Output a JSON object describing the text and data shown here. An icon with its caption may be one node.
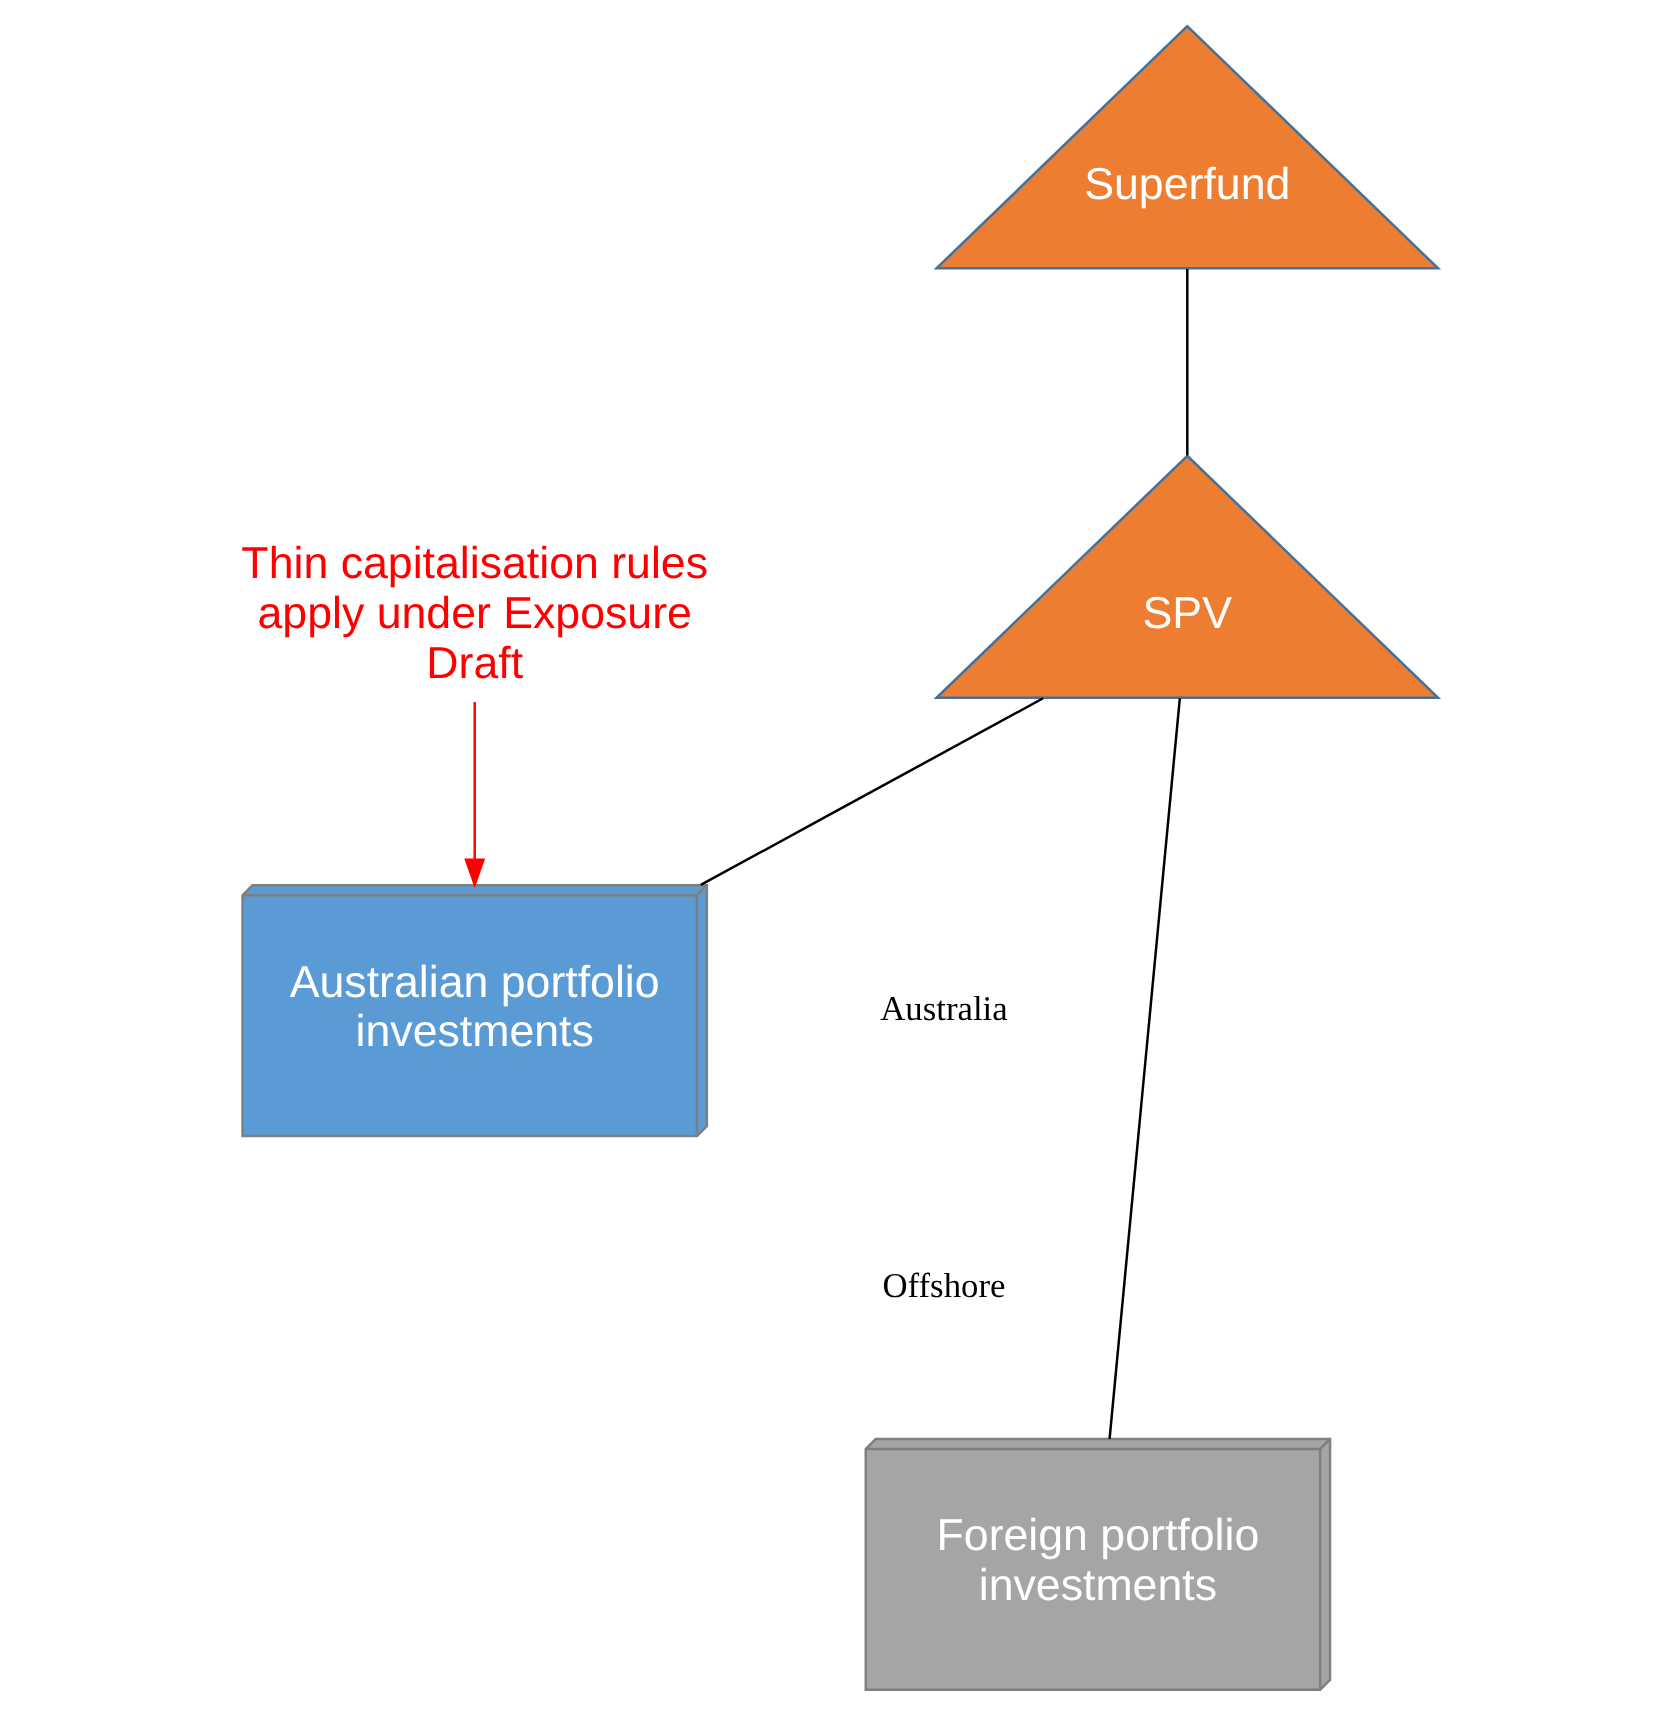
{
  "diagram": {
    "nodes": [
      {
        "text": [
          "Superfund"
        ]
      },
      {
        "text": [
          "SPV"
        ]
      },
      {
        "text": [
          "Australian portfolio investments"
        ]
      },
      {
        "text": [
          "Foreign portfolio investments"
        ]
      },
      {
        "text": [
          "Thin capitalisation rules apply under Exposure Draft"
        ]
      }
    ],
    "edges": [
      {
        "from": 0,
        "to": 1,
        "arrow": "none"
      },
      {
        "from": 1,
        "to": 2,
        "arrow": "none"
      },
      {
        "from": 1,
        "to": 3,
        "arrow": "none"
      },
      {
        "from": 4,
        "to": 2,
        "arrow": "to",
        "color": "#ff0000"
      }
    ],
    "labels": [
      "Australia",
      "Offshore"
    ]
  }
}
